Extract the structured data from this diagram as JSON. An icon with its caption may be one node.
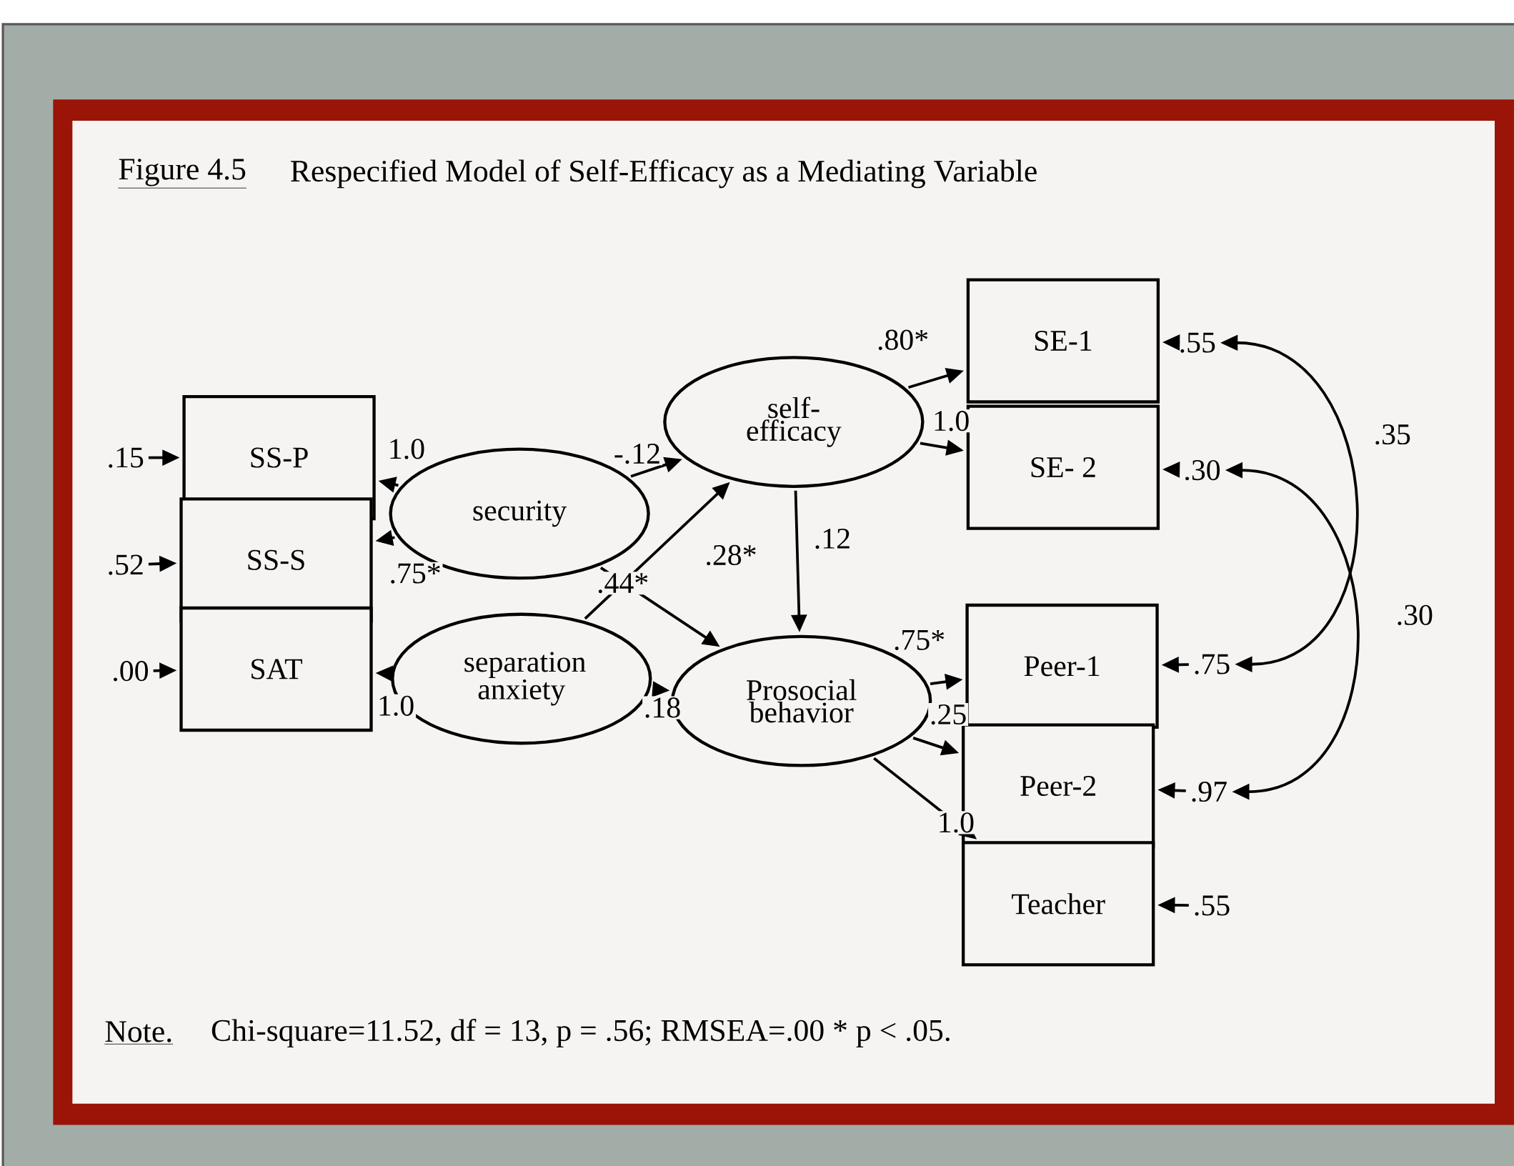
{
  "diagram": {
    "title": "Respecified Model of Self-Efficacy as a Mediating Variable",
    "caption": "Chi-square=11.52, df = 13, p = .56; RMSEA=.00 * p < .05.",
    "labels": [
      "Figure 4.5",
      "Note."
    ],
    "nodes": [
      {
        "text": [
          "SS-P"
        ]
      },
      {
        "text": [
          "SS-S"
        ]
      },
      {
        "text": [
          "SAT"
        ]
      },
      {
        "text": [
          "security"
        ]
      },
      {
        "text": [
          "separation anxiety"
        ]
      },
      {
        "text": [
          "self-efficacy"
        ]
      },
      {
        "text": [
          "Prosocial behavior"
        ]
      },
      {
        "text": [
          "SE-1"
        ]
      },
      {
        "text": [
          "SE- 2"
        ]
      },
      {
        "text": [
          "Peer-1"
        ]
      },
      {
        "text": [
          "Peer-2"
        ]
      },
      {
        "text": [
          "Teacher"
        ]
      },
      {
        "text": [
          ".15"
        ]
      },
      {
        "text": [
          ".52"
        ]
      },
      {
        "text": [
          ".00"
        ]
      },
      {
        "text": [
          ".55"
        ]
      },
      {
        "text": [
          ".30"
        ]
      },
      {
        "text": [
          ".75"
        ]
      },
      {
        "text": [
          ".97"
        ]
      },
      {
        "text": [
          ".55"
        ]
      }
    ],
    "edges": [
      {
        "from": 3,
        "to": 0,
        "arrow": "to",
        "label": "1.0"
      },
      {
        "from": 3,
        "to": 1,
        "arrow": "to",
        "label": ".75*"
      },
      {
        "from": 4,
        "to": 2,
        "arrow": "to",
        "label": "1.0"
      },
      {
        "from": 3,
        "to": 5,
        "arrow": "to",
        "label": "-.12"
      },
      {
        "from": 3,
        "to": 6,
        "arrow": "to",
        "label": ".44*"
      },
      {
        "from": 4,
        "to": 5,
        "arrow": "to",
        "label": ".28*"
      },
      {
        "from": 4,
        "to": 6,
        "arrow": "to",
        "label": ".18"
      },
      {
        "from": 5,
        "to": 6,
        "arrow": "to",
        "label": ".12"
      },
      {
        "from": 5,
        "to": 7,
        "arrow": "to",
        "label": ".80*"
      },
      {
        "from": 5,
        "to": 8,
        "arrow": "to",
        "label": "1.0"
      },
      {
        "from": 6,
        "to": 9,
        "arrow": "to",
        "label": ".75*"
      },
      {
        "from": 6,
        "to": 10,
        "arrow": "to",
        "label": ".25"
      },
      {
        "from": 6,
        "to": 11,
        "arrow": "to",
        "label": "1.0"
      },
      {
        "from": 12,
        "to": 0,
        "arrow": "to"
      },
      {
        "from": 13,
        "to": 1,
        "arrow": "to"
      },
      {
        "from": 14,
        "to": 2,
        "arrow": "to"
      },
      {
        "from": 15,
        "to": 7,
        "arrow": "to"
      },
      {
        "from": 16,
        "to": 8,
        "arrow": "to"
      },
      {
        "from": 17,
        "to": 9,
        "arrow": "to"
      },
      {
        "from": 18,
        "to": 10,
        "arrow": "to"
      },
      {
        "from": 19,
        "to": 11,
        "arrow": "to"
      },
      {
        "from": 15,
        "to": 17,
        "arrow": "both",
        "label": ".35"
      },
      {
        "from": 16,
        "to": 18,
        "arrow": "both",
        "label": ".30"
      }
    ]
  }
}
